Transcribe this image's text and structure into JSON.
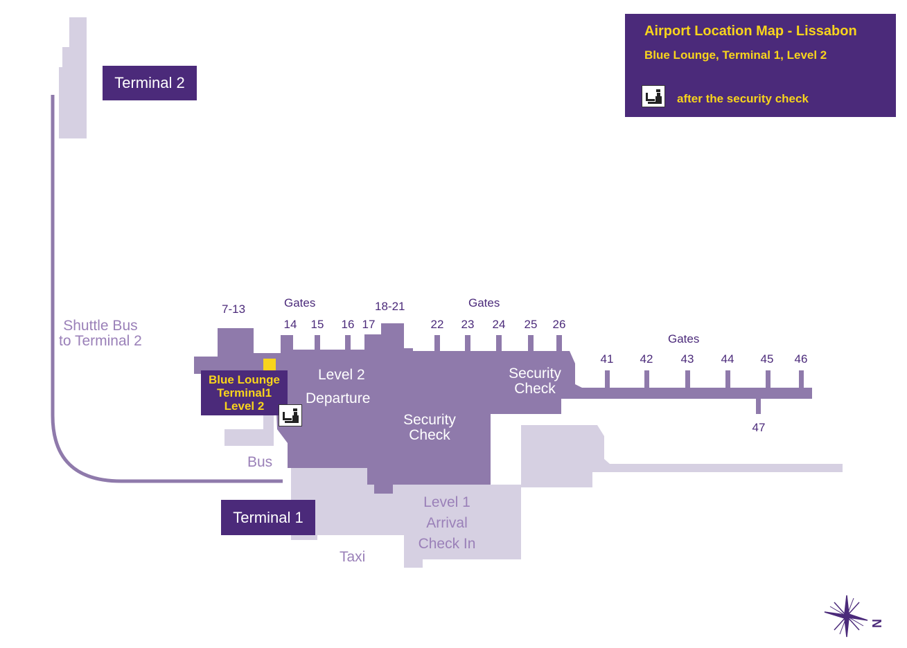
{
  "legend": {
    "title": "Airport Location Map - Lissabon",
    "subtitle": "Blue Lounge, Terminal 1, Level 2",
    "security_icon": "security-officer-icon",
    "note": "after the security check"
  },
  "terminals": {
    "terminal_2": "Terminal 2",
    "terminal_1": "Terminal 1"
  },
  "lounge": {
    "line1": "Blue Lounge",
    "line2": "Terminal1",
    "line3": "Level 2"
  },
  "areas": {
    "shuttle_line1": "Shuttle Bus",
    "shuttle_line2": "to Terminal 2",
    "bus": "Bus",
    "taxi": "Taxi",
    "level2": "Level 2",
    "departure": "Departure",
    "security_check_line1": "Security",
    "security_check_line2": "Check",
    "level1": "Level 1",
    "arrival": "Arrival",
    "check_in": "Check In"
  },
  "gates": {
    "heading": "Gates",
    "group_a": "7-13",
    "group_b": "18-21",
    "west": [
      "14",
      "15",
      "16",
      "17"
    ],
    "central": [
      "22",
      "23",
      "24",
      "25",
      "26"
    ],
    "east": [
      "41",
      "42",
      "43",
      "44",
      "45",
      "46"
    ],
    "south": "47"
  },
  "compass": {
    "icon": "compass-rose-icon",
    "north_label": "N"
  },
  "colors": {
    "dark_purple": "#4b2a7a",
    "mid_purple": "#8f7aab",
    "light_purple": "#d6d0e2",
    "yellow": "#f8d41c"
  }
}
